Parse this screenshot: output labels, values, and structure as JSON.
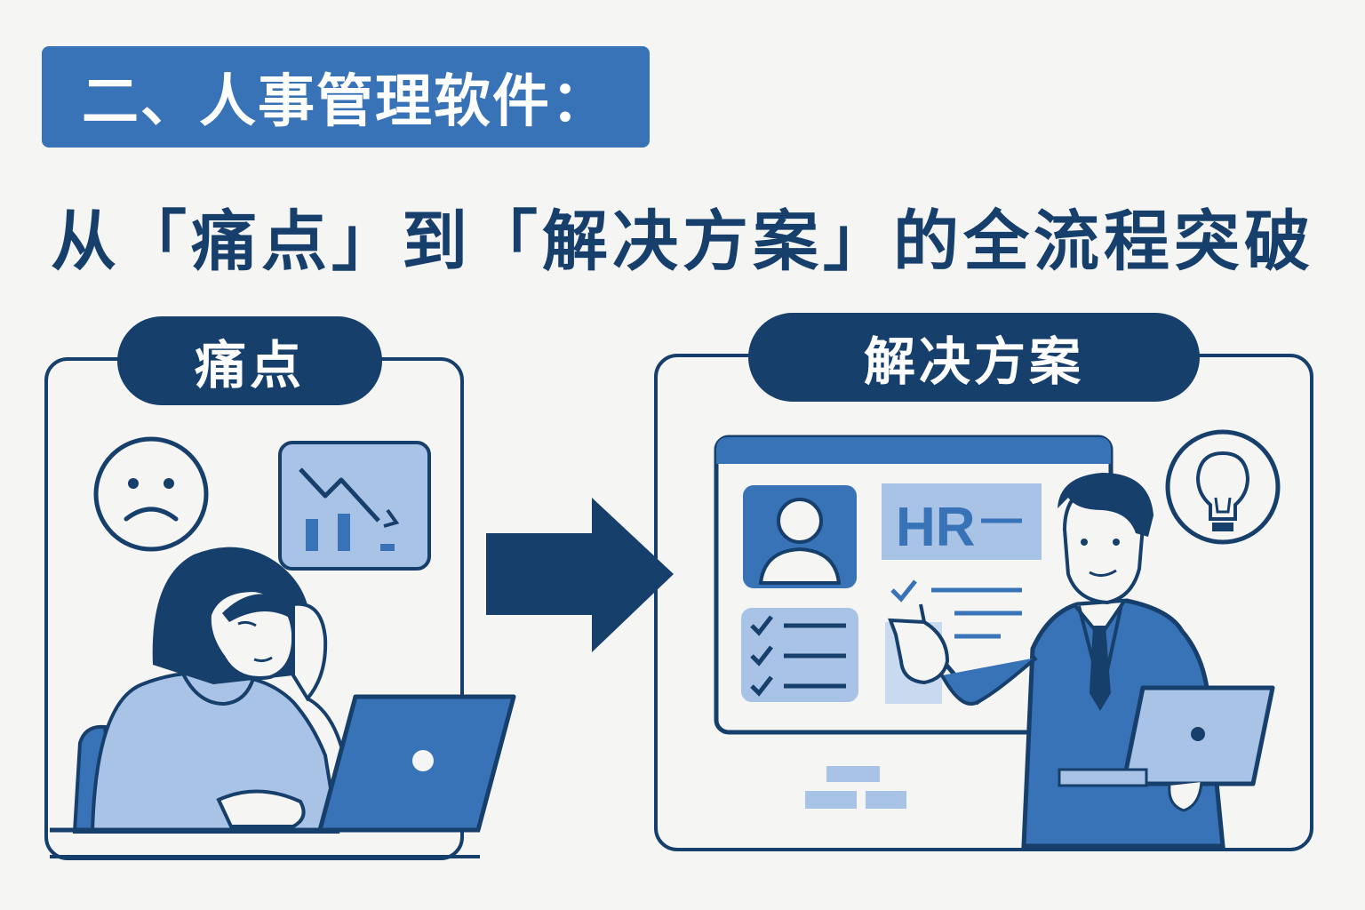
{
  "header": {
    "title": "二、人事管理软件："
  },
  "headline": "从「痛点」到「解决方案」的全流程突破",
  "left_panel": {
    "label": "痛点",
    "icons": [
      "sad-face-icon",
      "declining-chart-icon",
      "laptop-icon"
    ]
  },
  "right_panel": {
    "label": "解决方案",
    "screen_badge": "HR",
    "icons": [
      "user-profile-icon",
      "checklist-icon",
      "lightbulb-icon",
      "laptop-icon"
    ]
  },
  "flow_arrow": "arrow-right-icon",
  "colors": {
    "navy": "#173f6b",
    "blue": "#3873b8",
    "light_blue": "#a9c3e6",
    "pale_blue": "#c8d9f0",
    "background": "#f5f5f3"
  }
}
